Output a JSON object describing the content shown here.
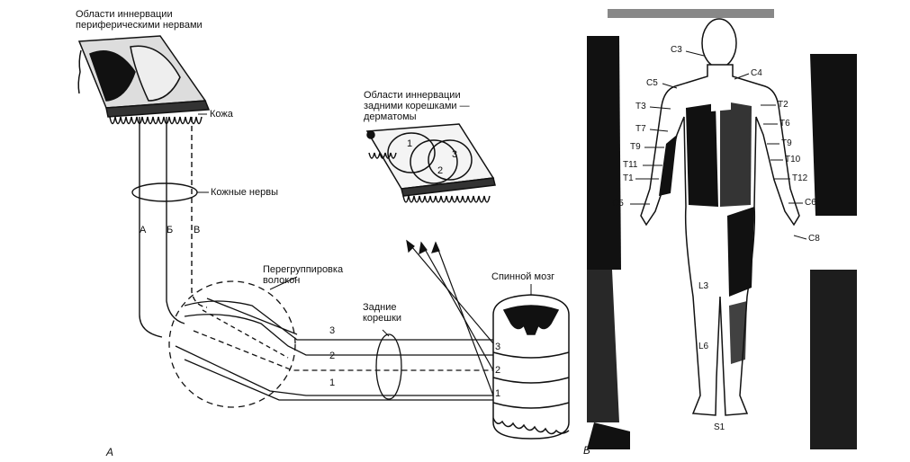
{
  "left_panel": {
    "peripheral_title": "Области иннервации\nпериферическими нервами",
    "skin": "Кожа",
    "root_title": "Области иннервации\nзадними корешками —\nдерматомы",
    "cutaneous_nerves": "Кожные нервы",
    "nerve_letters": [
      "А",
      "Б",
      "В"
    ],
    "regrouping": "Перегруппировка\nволокон",
    "posterior_roots": "Задние\nкорешки",
    "spinal_cord": "Спинной мозг",
    "dermatome_numbers": [
      "1",
      "2",
      "3"
    ],
    "root_numbers": [
      "1",
      "2",
      "3"
    ],
    "segment_numbers": [
      "1",
      "2",
      "3"
    ],
    "panel_label": "А"
  },
  "right_panel": {
    "left_labels": [
      "C3",
      "C5",
      "T3",
      "T7",
      "T9",
      "T11",
      "T1",
      "C5"
    ],
    "right_labels": [
      "C4",
      "T2",
      "T6",
      "T9",
      "T10",
      "T12",
      "C6",
      "C8"
    ],
    "leg_labels": [
      "L3",
      "L6",
      "S1"
    ],
    "panel_label": "Б"
  },
  "colors": {
    "ink": "#111111",
    "dark_fill": "#1a1a1a",
    "paper": "#ffffff"
  }
}
